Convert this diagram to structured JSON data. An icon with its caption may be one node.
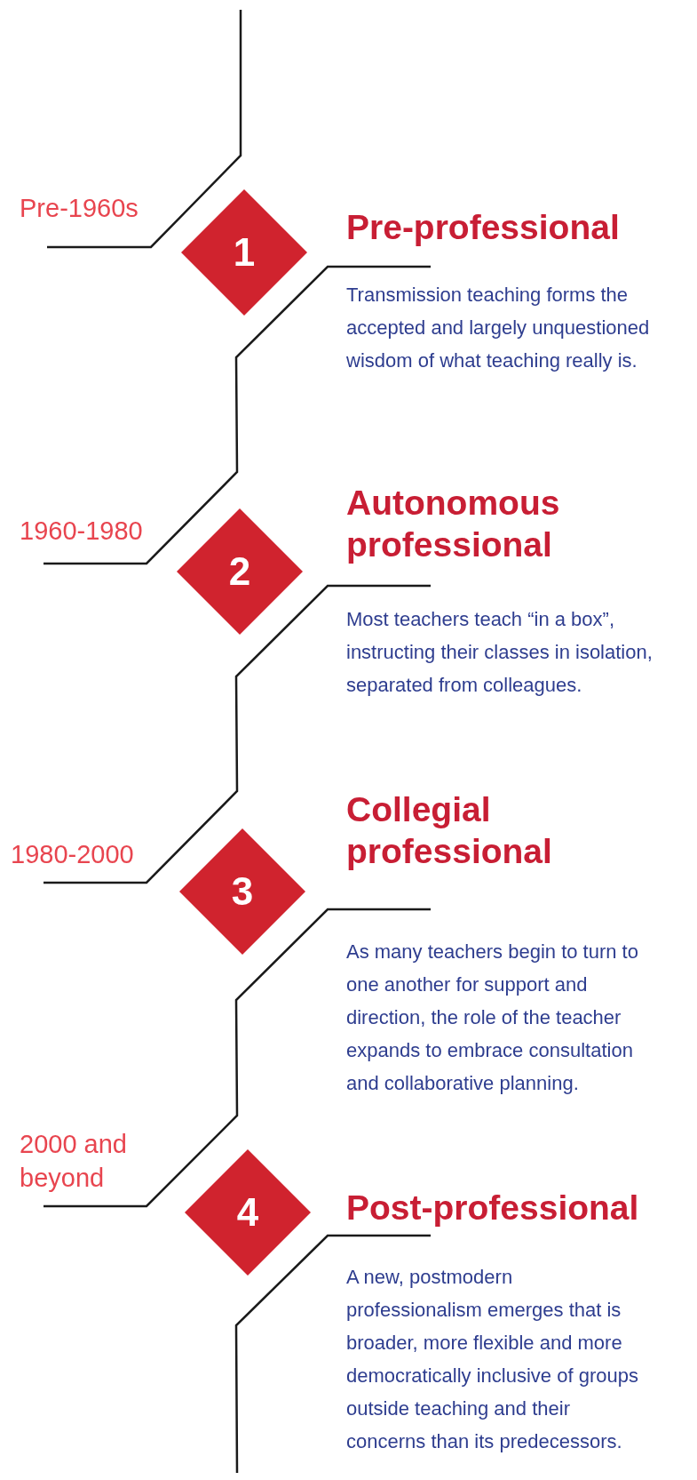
{
  "diagram": {
    "nodes": [
      {
        "text": [
          "1"
        ],
        "beside": [
          "Pre-1960s",
          "Pre-professional",
          "Transmission teaching forms the accepted and largely unquestioned wisdom of what teaching really is."
        ]
      },
      {
        "text": [
          "2"
        ],
        "beside": [
          "1960-1980",
          "Autonomous professional",
          "Most teachers teach “in a box”, instructing their classes in isolation, separated from colleagues."
        ]
      },
      {
        "text": [
          "3"
        ],
        "beside": [
          "1980-2000",
          "Collegial professional",
          "As many teachers begin to turn to one another for support and direction, the role of the teacher expands to embrace consultation and collaborative planning."
        ]
      },
      {
        "text": [
          "4"
        ],
        "beside": [
          "2000 and beyond",
          "Post-professional",
          "A new, postmodern professionalism emerges that is broader, more flexible and more democratically inclusive of groups outside teaching and their concerns than its predecessors."
        ]
      }
    ],
    "edges": [
      {
        "from": 0,
        "to": 1,
        "arrow": "none"
      },
      {
        "from": 1,
        "to": 2,
        "arrow": "none"
      },
      {
        "from": 2,
        "to": 3,
        "arrow": "none"
      }
    ]
  }
}
